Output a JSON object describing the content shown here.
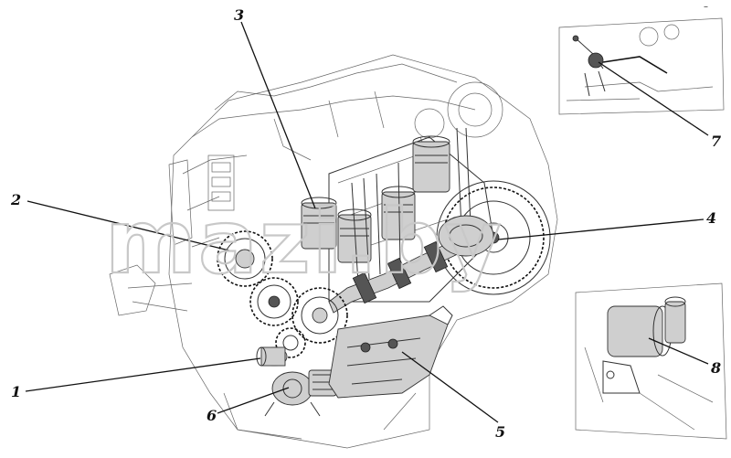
{
  "watermark": "mazi.by",
  "corner_mark": "–",
  "callouts": [
    {
      "id": 1,
      "label": "1"
    },
    {
      "id": 2,
      "label": "2"
    },
    {
      "id": 3,
      "label": "3"
    },
    {
      "id": 4,
      "label": "4"
    },
    {
      "id": 5,
      "label": "5"
    },
    {
      "id": 6,
      "label": "6"
    },
    {
      "id": 7,
      "label": "7"
    },
    {
      "id": 8,
      "label": "8"
    }
  ]
}
